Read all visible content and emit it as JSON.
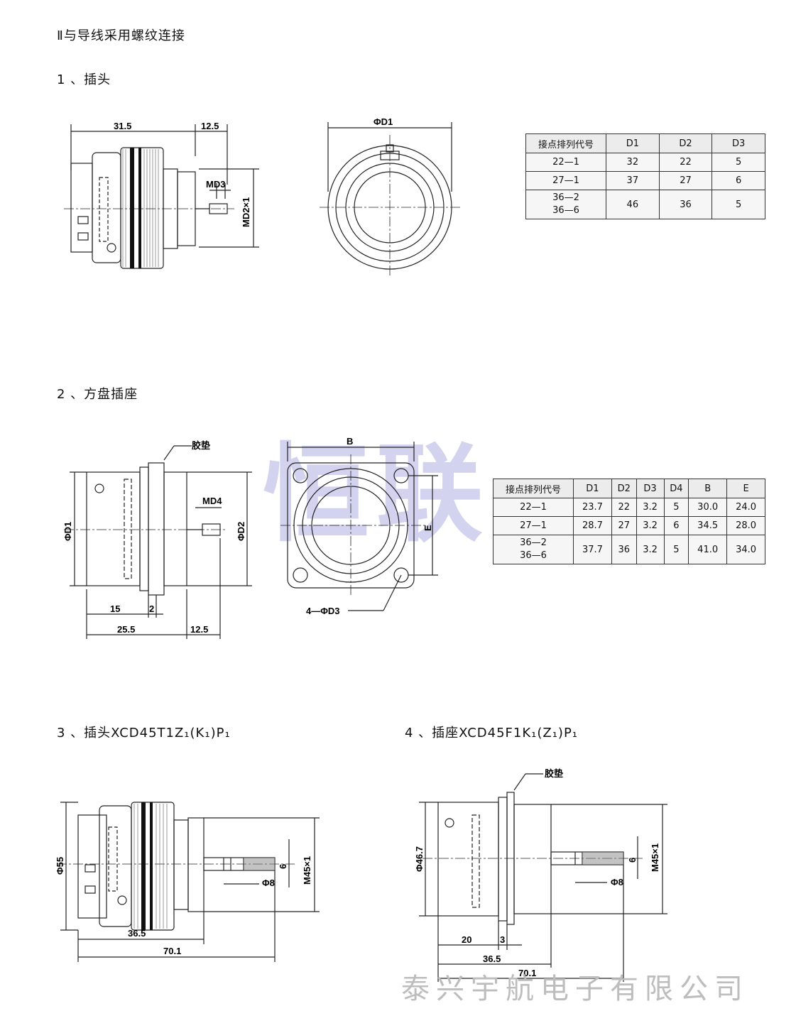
{
  "section_title": "Ⅱ与导线采用螺纹连接",
  "part1": {
    "title": "1 、插头",
    "dims": {
      "a": "31.5",
      "b": "12.5",
      "md3": "MD3",
      "md2": "MD2×1",
      "d1": "ΦD1"
    },
    "table": {
      "headers": [
        "接点排列代号",
        "D1",
        "D2",
        "D3"
      ],
      "rows": [
        {
          "code": "22—1",
          "v": [
            "32",
            "22",
            "5"
          ]
        },
        {
          "code": "27—1",
          "v": [
            "37",
            "27",
            "6"
          ]
        },
        {
          "code": "36—2\n36—6",
          "v": [
            "46",
            "36",
            "5"
          ]
        }
      ]
    }
  },
  "part2": {
    "title": "2 、方盘插座",
    "dims": {
      "gasket": "胶垫",
      "md4": "MD4",
      "d1": "ΦD1",
      "d2": "ΦD2",
      "a": "15",
      "b": "2",
      "c": "25.5",
      "d": "12.5",
      "B": "B",
      "E": "E",
      "holes": "4—ΦD3"
    },
    "table": {
      "headers": [
        "接点排列代号",
        "D1",
        "D2",
        "D3",
        "D4",
        "B",
        "E"
      ],
      "rows": [
        {
          "code": "22—1",
          "v": [
            "23.7",
            "22",
            "3.2",
            "5",
            "30.0",
            "24.0"
          ]
        },
        {
          "code": "27—1",
          "v": [
            "28.7",
            "27",
            "3.2",
            "6",
            "34.5",
            "28.0"
          ]
        },
        {
          "code": "36—2\n36—6",
          "v": [
            "37.7",
            "36",
            "3.2",
            "5",
            "41.0",
            "34.0"
          ]
        }
      ]
    }
  },
  "part3": {
    "title": "3 、插头XCD45T1Z₁(K₁)P₁",
    "dims": {
      "d55": "Φ55",
      "m45": "M45×1",
      "six": "6",
      "phi8": "Φ8",
      "a": "36.5",
      "b": "70.1"
    }
  },
  "part4": {
    "title": "4 、插座XCD45F1K₁(Z₁)P₁",
    "dims": {
      "gasket": "胶垫",
      "d467": "Φ46.7",
      "m45": "M45×1",
      "six": "6",
      "phi8": "Φ8",
      "a": "20",
      "b": "3",
      "c": "36.5",
      "d": "70.1"
    }
  },
  "watermark": {
    "big": "恒联",
    "company": "泰兴宇航电子有限公司"
  }
}
